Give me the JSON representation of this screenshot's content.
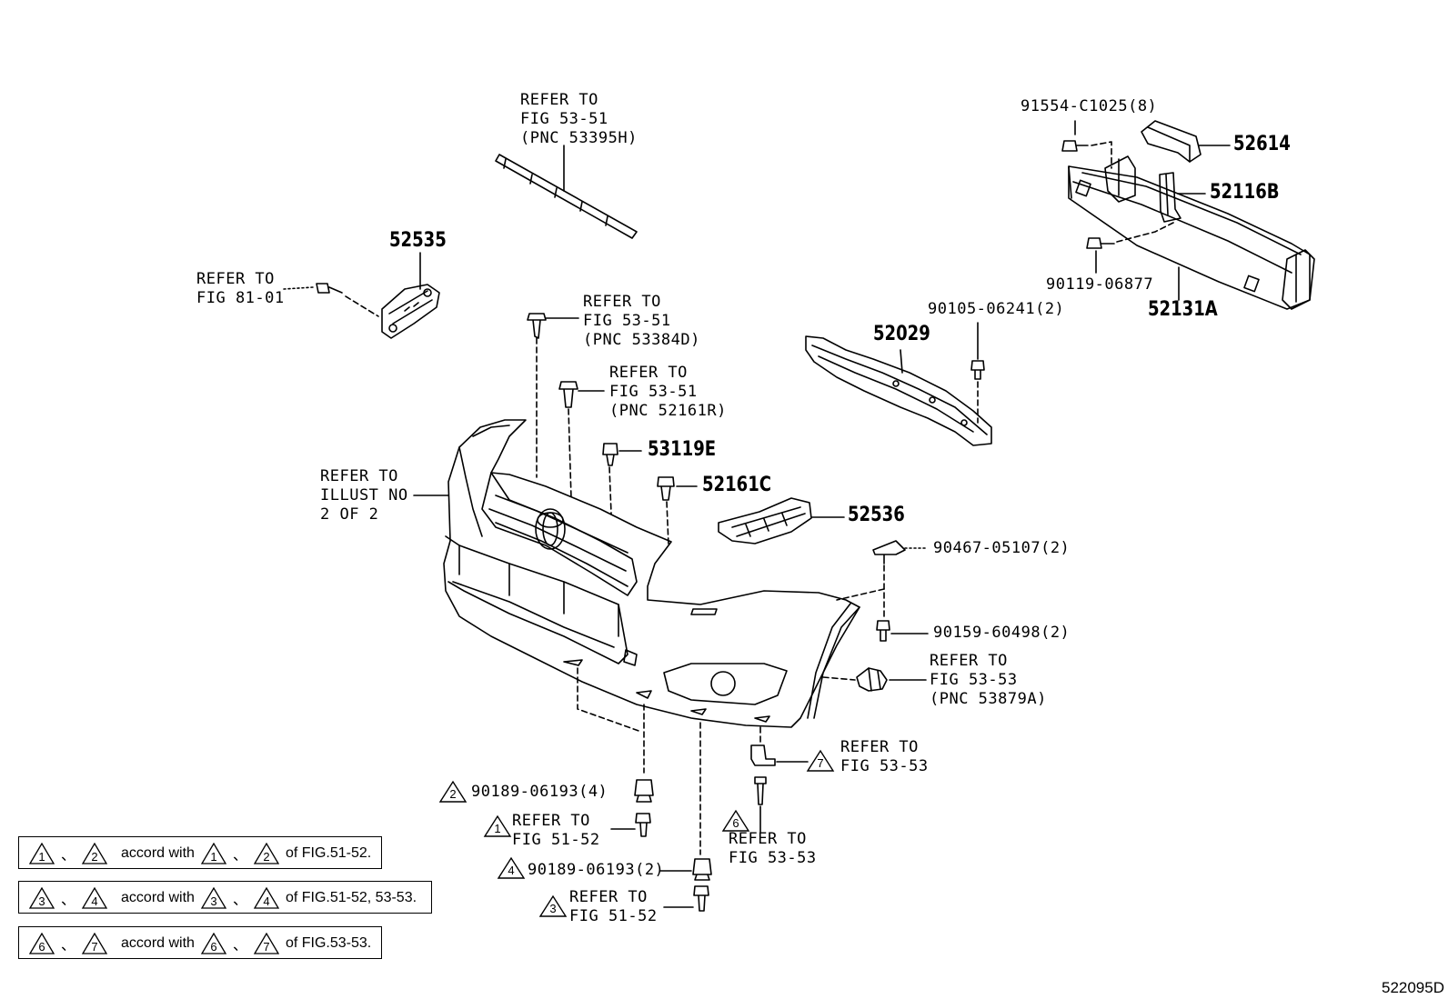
{
  "labels": {
    "refer_53_51_a": "REFER TO\nFIG 53-51\n(PNC 53395H)",
    "p52535": "52535",
    "refer_81_01": "REFER TO\nFIG 81-01",
    "refer_53_51_b": "REFER TO\nFIG 53-51\n(PNC 53384D)",
    "refer_53_51_c": "REFER TO\nFIG 53-51\n(PNC 52161R)",
    "p53119e": "53119E",
    "p52161c": "52161C",
    "refer_illust": "REFER TO\nILLUST NO\n2 OF 2",
    "p52536": "52536",
    "p91554": "91554-C1025(8)",
    "p52614": "52614",
    "p52116b": "52116B",
    "p90119": "90119-06877",
    "p52131a": "52131A",
    "p90105": "90105-06241(2)",
    "p52029": "52029",
    "p90467": "90467-05107(2)",
    "p90159": "90159-60498(2)",
    "refer_53_53_a": "REFER TO\nFIG 53-53\n(PNC 53879A)",
    "refer_53_53_b": "REFER TO\nFIG 53-53",
    "refer_53_53_c": "REFER TO\nFIG 53-53",
    "p90189_4": "90189-06193(4)",
    "refer_51_52_a": "REFER TO\nFIG 51-52",
    "p90189_2": "90189-06193(2)",
    "refer_51_52_b": "REFER TO\nFIG 51-52"
  },
  "callouts": {
    "t1": "1",
    "t2": "2",
    "t3": "3",
    "t4": "4",
    "t6": "6",
    "t7": "7"
  },
  "notes": [
    {
      "a": "1",
      "b": "2",
      "text_mid": "accord with",
      "sep": "、",
      "text_end": "of FIG.51-52."
    },
    {
      "a": "3",
      "b": "4",
      "text_mid": "accord with",
      "sep": "、",
      "text_end": "of FIG.51-52, 53-53."
    },
    {
      "a": "6",
      "b": "7",
      "text_mid": "accord with",
      "sep": "、",
      "text_end": "of FIG.53-53."
    }
  ],
  "figure_id": "522095D"
}
